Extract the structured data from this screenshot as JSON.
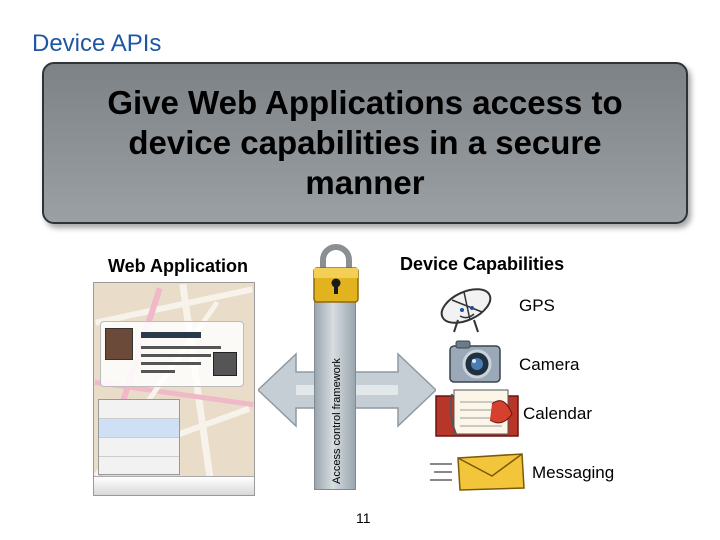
{
  "slide": {
    "title": "Device APIs",
    "banner": "Give Web Applications access to device capabilities in a secure manner",
    "page_number": "11"
  },
  "diagram": {
    "web_app_label": "Web Application",
    "framework_label": "Access control framework",
    "device_caps_label": "Device Capabilities",
    "capabilities": [
      {
        "label": "GPS",
        "icon": "satellite-dish-icon"
      },
      {
        "label": "Camera",
        "icon": "camera-icon"
      },
      {
        "label": "Calendar",
        "icon": "calendar-icon"
      },
      {
        "label": "Messaging",
        "icon": "envelope-icon"
      }
    ]
  },
  "colors": {
    "title": "#1f57a4",
    "banner": "#8a9094",
    "arrow": "#b9c4cc"
  }
}
